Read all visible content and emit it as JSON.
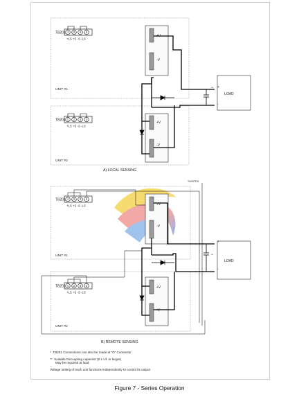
{
  "diagram_a": {
    "unit1": {
      "tb_label": "TB201",
      "terminal_labels": "+LS +S -S -LS",
      "unit_label": "UNIT #1"
    },
    "unit2": {
      "tb_label": "TB201",
      "terminal_labels": "+LS +S -S -LS",
      "unit_label": "UNIT #2"
    },
    "load_label": "LOAD",
    "caption": "A) LOCAL SENSING"
  },
  "diagram_b": {
    "unit1": {
      "tb_label": "TB201",
      "terminal_labels": "+LS +S -S -LS",
      "unit_label": "UNIT #1"
    },
    "unit2": {
      "tb_label": "TB201",
      "terminal_labels": "+LS +S -S -LS",
      "unit_label": "UNIT #2"
    },
    "load_label": "LOAD",
    "twisted_label": "TWISTED",
    "caption": "B) REMOTE SENSING"
  },
  "common": {
    "terminal_numbers": [
      "1",
      "2",
      "3",
      "4"
    ],
    "pos_output": "+V",
    "neg_output": "-V",
    "load_plus": "+",
    "load_minus": "-",
    "double_star": "**"
  },
  "notes": [
    {
      "marker": "*",
      "text": "TB201 Connections can also be made at \"D\" Connector"
    },
    {
      "marker": "**",
      "text": "Suitable Decoupling capacitor (0.1 Uf, or larger)"
    },
    {
      "marker": "",
      "text": "May be required at load."
    },
    {
      "marker": "",
      "text": "Voltage setting of each unit functions independently to control its output."
    }
  ],
  "figure_caption": "Figure 7 - Series Operation"
}
